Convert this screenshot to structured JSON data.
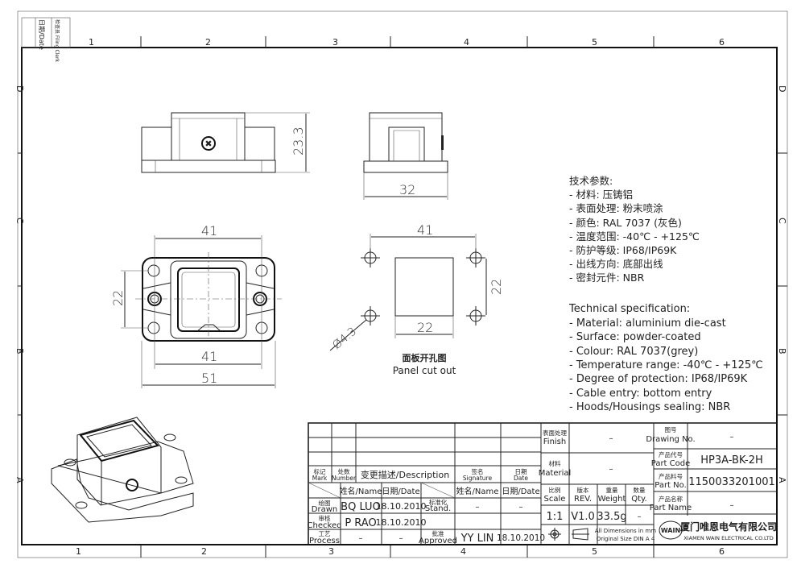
{
  "filing": {
    "date_label": "日期/Date",
    "check_label": "检查员 Filing Clerk"
  },
  "grid": {
    "columns": [
      "1",
      "2",
      "3",
      "4",
      "5",
      "6"
    ],
    "rows": [
      "D",
      "C",
      "B",
      "A"
    ]
  },
  "dimensions": {
    "height": "23.3",
    "width_side": "32",
    "top_41": "41",
    "top_22": "22",
    "bottom_41": "41",
    "overall_51": "51",
    "panel_41": "41",
    "panel_22_v": "22",
    "panel_22_h": "22",
    "hole_dia": "Ø4.3"
  },
  "panel_cutout": {
    "label_cn": "面板开孔图",
    "label_en": "Panel cut out"
  },
  "spec_cn": {
    "title": "技术参数:",
    "lines": [
      "- 材料: 压铸铝",
      "- 表面处理: 粉末喷涂",
      "- 颜色: RAL 7037 (灰色)",
      "- 温度范围: -40℃ - +125℃",
      "- 防护等级: IP68/IP69K",
      "- 出线方向: 底部出线",
      "- 密封元件: NBR"
    ]
  },
  "spec_en": {
    "title": "Technical specification:",
    "lines": [
      "- Material: aluminium die-cast",
      "- Surface: powder-coated",
      "- Colour: RAL 7037(grey)",
      "- Temperature range: -40℃ - +125℃",
      "- Degree of protection: IP68/IP69K",
      "- Cable entry: bottom entry",
      "- Hoods/Housings sealing: NBR"
    ]
  },
  "title_block": {
    "rev_headers": {
      "mark_cn": "标记",
      "mark": "Mark",
      "number_cn": "处数",
      "number": "Number",
      "description": "变更描述/Description",
      "signature_cn": "签名",
      "signature": "Signature",
      "date_cn": "日期",
      "date": "Date"
    },
    "name_header": "姓名/Name",
    "date_header": "日期/Date",
    "name_header2": "姓名/Name",
    "date_header2": "日期/Date",
    "drawn": {
      "label_cn": "绘图",
      "label": "Drawn",
      "name": "BQ  LUO",
      "date": "18.10.2010"
    },
    "checked": {
      "label_cn": "审核",
      "label": "Checked",
      "name": "P  RAO",
      "date": "18.10.2010"
    },
    "process": {
      "label_cn": "工艺",
      "label": "Process",
      "name": "–",
      "date": "–"
    },
    "stand": {
      "label_cn": "标准化",
      "label": "Stand.",
      "name": "–",
      "date": "–"
    },
    "approved": {
      "label_cn": "批准",
      "label": "Approved",
      "name": "YY  LIN",
      "date": "18.10.2010"
    },
    "finish": {
      "label_cn": "表面处理",
      "label": "Finish",
      "value": "–"
    },
    "material": {
      "label_cn": "材料",
      "label": "Material",
      "value": "–"
    },
    "scale": {
      "label_cn": "比例",
      "label": "Scale",
      "value": "1:1"
    },
    "rev": {
      "label_cn": "版本",
      "label": "REV.",
      "value": "V1.0"
    },
    "weight": {
      "label_cn": "重量",
      "label": "Weight",
      "value": "33.5g"
    },
    "qty": {
      "label_cn": "数量",
      "label": "Qty.",
      "value": "–"
    },
    "units_note": [
      "All Dimensions in mm",
      "Original Size DIN A 4"
    ],
    "drawing_no": {
      "label_cn": "图号",
      "label": "Drawing No.",
      "value": "–"
    },
    "part_code": {
      "label_cn": "产品代号",
      "label": "Part Code",
      "value": "HP3A-BK-2H"
    },
    "part_no": {
      "label_cn": "产品料号",
      "label": "Part No.",
      "value": "1150033201001"
    },
    "part_name": {
      "label_cn": "产品名称",
      "label": "Part Name",
      "value": "–"
    },
    "company": {
      "logo": "WAIN",
      "name_cn": "厦门唯恩电气有限公司",
      "name_en": "XIAMEN WAIN ELECTRICAL CO.LTD"
    }
  }
}
